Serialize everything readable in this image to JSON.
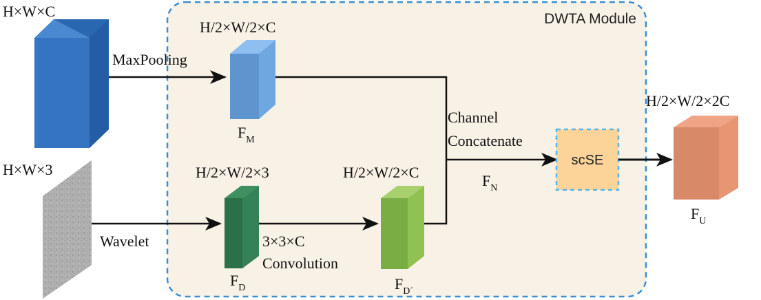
{
  "module": {
    "title": "DWTA Module",
    "fill": "#f8f1e6",
    "border": "#3a8fd0"
  },
  "inputs": {
    "feature_dim": "H×W×C",
    "image_dim": "H×W×3"
  },
  "operations": {
    "maxpool": "MaxPooling",
    "wavelet": "Wavelet",
    "conv_line1": "3×3×C",
    "conv_line2": "Convolution",
    "concat_line1": "Channel",
    "concat_line2": "Concatenate",
    "attention": "scSE"
  },
  "features": {
    "fm": {
      "main": "F",
      "sub": "M",
      "dim": "H/2×W/2×C",
      "color": "#6fa7dd"
    },
    "fd": {
      "main": "F",
      "sub": "D",
      "dim": "H/2×W/2×3",
      "color": "#2f7a4e"
    },
    "fd2": {
      "main": "F",
      "sub": "D´",
      "dim": "H/2×W/2×C",
      "color": "#8fbf52"
    },
    "fn": {
      "main": "F",
      "sub": "N"
    },
    "fu": {
      "main": "F",
      "sub": "U",
      "dim": "H/2×W/2×2C",
      "color": "#e8906a"
    }
  },
  "colors": {
    "input_block": "#2f73c2",
    "scse_fill": "#fcd49a",
    "arrow": "#111111"
  }
}
